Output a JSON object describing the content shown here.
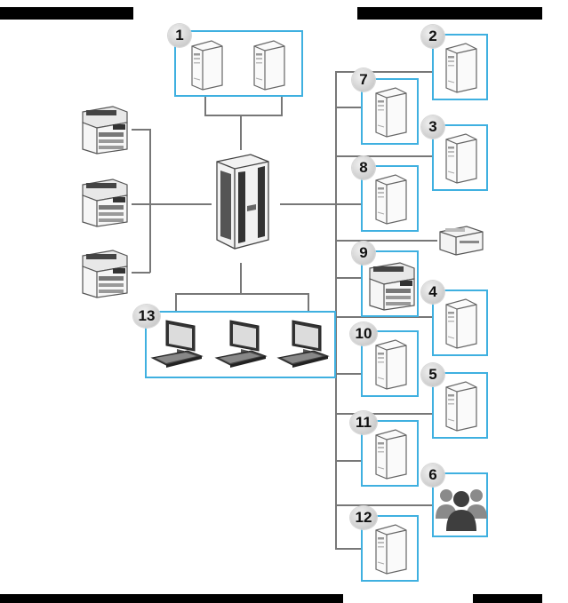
{
  "diagram": {
    "labels": {
      "group1": "1",
      "srv2": "2",
      "srv3": "3",
      "srv4": "4",
      "srv5": "5",
      "users6": "6",
      "srv7": "7",
      "srv8": "8",
      "mfp9": "9",
      "srv10": "10",
      "srv11": "11",
      "srv12": "12",
      "group13": "13"
    },
    "icons": {
      "server": "tower-server-icon",
      "central": "rack-server-icon",
      "copier": "multifunction-printer-icon",
      "printer": "printer-icon",
      "workstation": "workstation-icon",
      "users": "users-group-icon"
    },
    "colors": {
      "box_border": "#3fb0e0",
      "line": "#777777",
      "bar": "#000000"
    }
  }
}
